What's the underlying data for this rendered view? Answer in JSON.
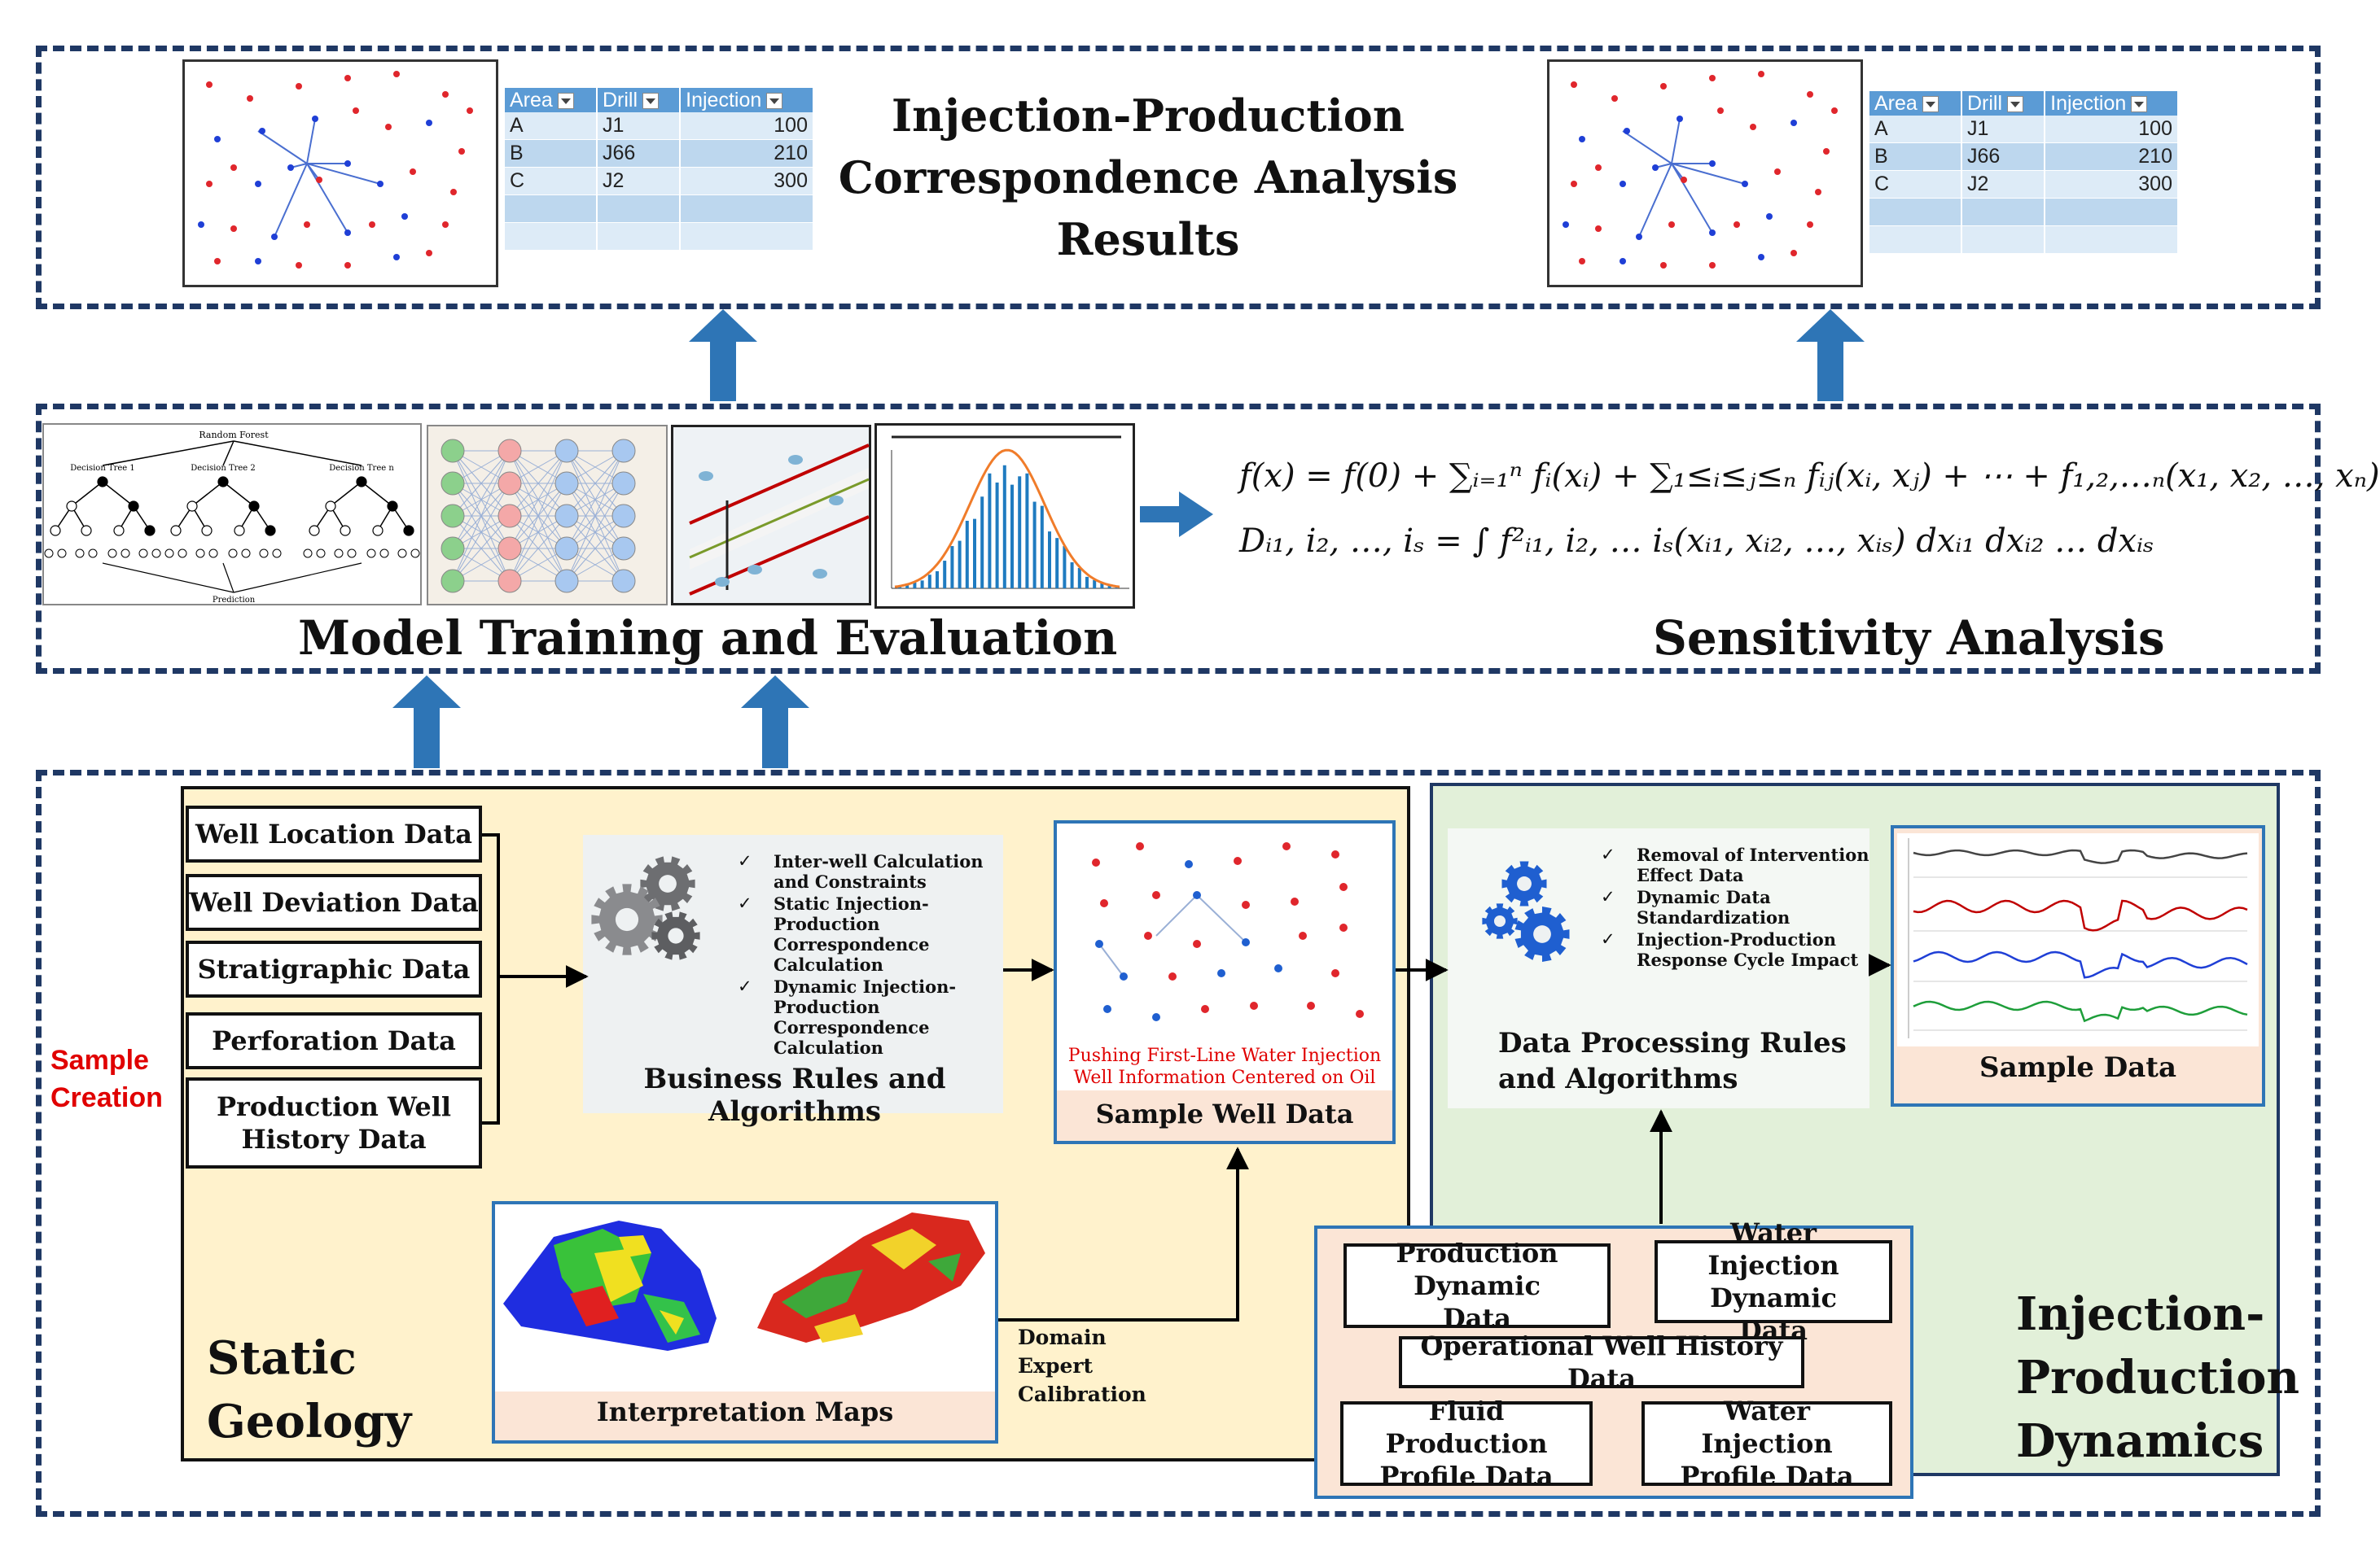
{
  "top": {
    "title_line1": "Injection-Production",
    "title_line2": "Correspondence Analysis",
    "title_line3": "Results",
    "table": {
      "headers": [
        "Area",
        "Drill",
        "Injection"
      ],
      "rows": [
        [
          "A",
          "J1",
          "100"
        ],
        [
          "B",
          "J66",
          "210"
        ],
        [
          "C",
          "J2",
          "300"
        ],
        [
          "",
          "",
          ""
        ],
        [
          "",
          "",
          ""
        ]
      ]
    }
  },
  "middle": {
    "model_label": "Model Training and Evaluation",
    "sensitivity_label": "Sensitivity Analysis",
    "random_forest": {
      "title": "Random Forest",
      "trees": [
        "Decision Tree 1",
        "Decision Tree 2",
        "Decision Tree n"
      ],
      "output": "Prediction"
    },
    "formula1": "f(x) = f(0) + ∑ᵢ₌₁ⁿ fᵢ(xᵢ) + ∑₁≤ᵢ≤ⱼ≤ₙ fᵢⱼ(xᵢ, xⱼ) + ⋯ + f₁,₂,…ₙ(x₁, x₂, …, xₙ)",
    "formula2": "Dᵢ₁, i₂, …, iₛ = ∫ f²ᵢ₁, i₂, … iₛ(xᵢ₁, xᵢ₂, …, xᵢₛ) dxᵢ₁ dxᵢ₂ … dxᵢₛ"
  },
  "bottom": {
    "sample_creation": "Sample Creation",
    "static_geology": "Static Geology",
    "dynamics": "Injection-Production Dynamics",
    "inputs": [
      "Well Location Data",
      "Well Deviation Data",
      "Stratigraphic Data",
      "Perforation Data",
      "Production Well History Data"
    ],
    "business": {
      "title": "Business Rules and Algorithms",
      "items": [
        "Inter-well Calculation and Constraints",
        "Static Injection-Production Correspondence Calculation",
        "Dynamic Injection-Production Correspondence Calculation"
      ]
    },
    "sample_well": {
      "title": "Sample Well Data",
      "note": "Pushing First-Line Water Injection Well Information Centered on Oil Wells"
    },
    "interpretation": "Interpretation Maps",
    "expert": "Domain Expert Calibration",
    "processing": {
      "title": "Data Processing Rules and Algorithms",
      "items": [
        "Removal of Intervention Effect Data",
        "Dynamic Data Standardization",
        "Injection-Production Response Cycle Impact"
      ]
    },
    "sample_data": "Sample Data",
    "dynamic_sources": [
      "Production Dynamic Data",
      "Water Injection Dynamic Data",
      "Operational Well History Data",
      "Fluid Production Profile Data",
      "Water Injection Profile Data"
    ]
  },
  "colors": {
    "frame": "#1f3864",
    "arrow": "#2e75b6",
    "static_bg": "#fff2cc",
    "dynamics_bg": "#e2f0d9",
    "caption_bg": "#fbe5d6",
    "red_label": "#e00000"
  }
}
